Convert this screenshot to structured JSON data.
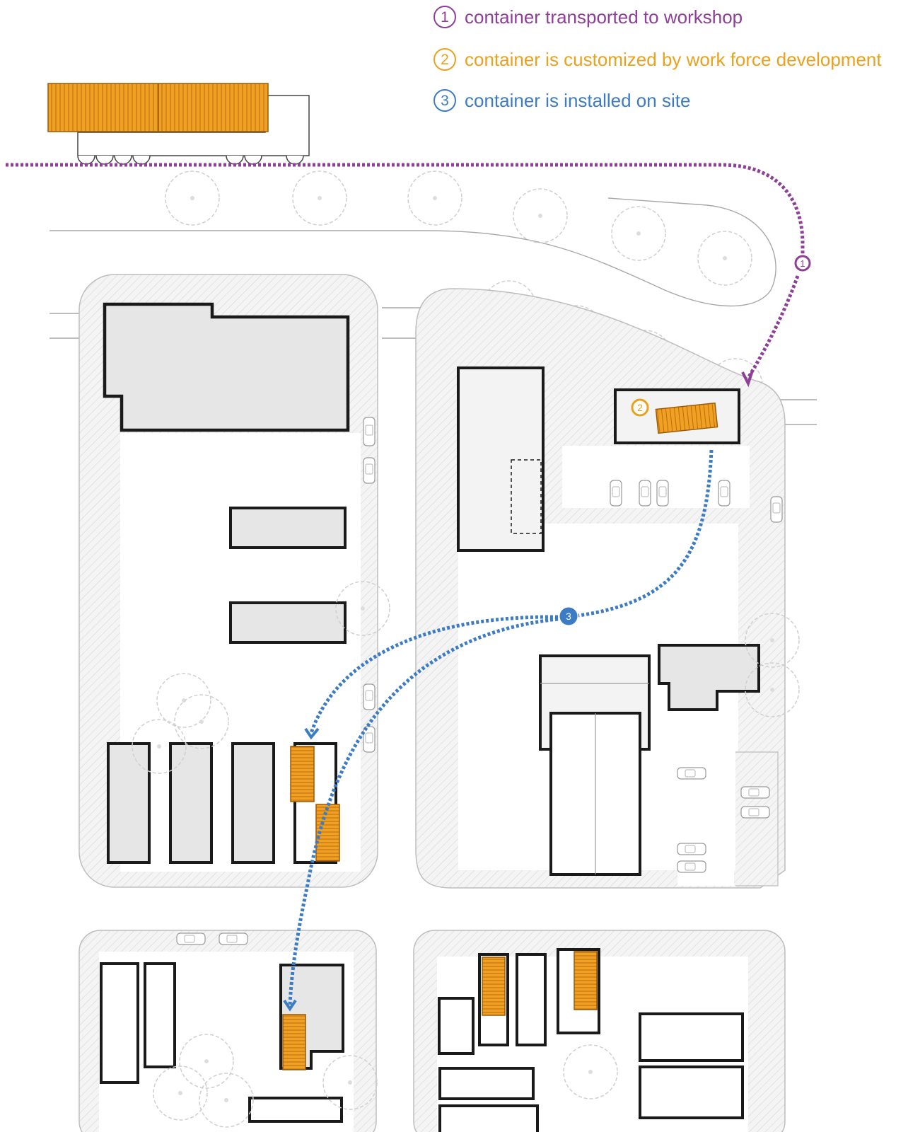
{
  "colors": {
    "step1": "#8e3f97",
    "step2": "#e8a21f",
    "step3": "#3d7cc4",
    "container": "#f0a023",
    "building_fill": "#e6e6e6",
    "outline": "#1a1a1a"
  },
  "legend": [
    {
      "num": "1",
      "text": "container transported to workshop",
      "color": "#8e3f97"
    },
    {
      "num": "2",
      "text": "container is customized by work force development",
      "color": "#e8a21f"
    },
    {
      "num": "3",
      "text": "container is installed on site",
      "color": "#3d7cc4"
    }
  ],
  "markers": [
    {
      "num": "1",
      "color": "#8e3f97"
    },
    {
      "num": "2",
      "color": "#e8a21f"
    },
    {
      "num": "3",
      "color": "#3d7cc4"
    }
  ],
  "icons": [
    "truck-icon",
    "shipping-container-icon",
    "tree-icon",
    "car-icon"
  ]
}
